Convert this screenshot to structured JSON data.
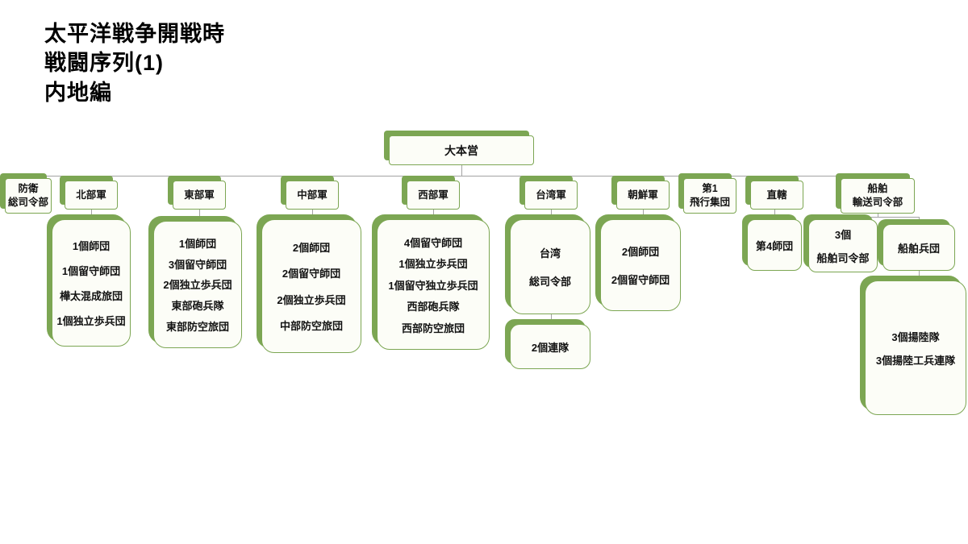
{
  "title": {
    "line1": "太平洋戦争開戦時",
    "line2": "戦闘序列(1)",
    "line3": "内地編"
  },
  "colors": {
    "green": "#7ca653",
    "box_bg": "#fcfdf7",
    "connector": "#a3a3a3"
  },
  "nodes": {
    "daihonei": {
      "label": "大本営"
    },
    "boei": {
      "line1": "防衛",
      "line2": "総司令部"
    },
    "hokubu": {
      "label": "北部軍"
    },
    "tobu": {
      "label": "東部軍"
    },
    "chubu": {
      "label": "中部軍"
    },
    "seibu": {
      "label": "西部軍"
    },
    "taiwan": {
      "label": "台湾軍"
    },
    "chosen": {
      "label": "朝鮮軍"
    },
    "hiko": {
      "line1": "第1",
      "line2": "飛行集団"
    },
    "chokkatsu": {
      "label": "直轄"
    },
    "senpaku": {
      "line1": "船舶",
      "line2": "輸送司令部"
    },
    "hokubu_units": {
      "lines": [
        "1個師団",
        "1個留守師団",
        "樺太混成旅団",
        "1個独立歩兵団"
      ]
    },
    "tobu_units": {
      "lines": [
        "1個師団",
        "3個留守師団",
        "2個独立歩兵団",
        "東部砲兵隊",
        "東部防空旅団"
      ]
    },
    "chubu_units": {
      "lines": [
        "2個師団",
        "2個留守師団",
        "2個独立歩兵団",
        "中部防空旅団"
      ]
    },
    "seibu_units": {
      "lines": [
        "4個留守師団",
        "1個独立歩兵団",
        "1個留守独立歩兵団",
        "西部砲兵隊",
        "西部防空旅団"
      ]
    },
    "taiwan_hq": {
      "line1": "台湾",
      "line2": "総司令部"
    },
    "taiwan_rentai": {
      "label": "2個連隊"
    },
    "chosen_units": {
      "line1": "2個師団",
      "line2": "2個留守師団"
    },
    "dai4": {
      "label": "第4師団"
    },
    "senpaku_shirei": {
      "line1": "3個",
      "line2": "船舶司令部"
    },
    "senpaku_heidan": {
      "label": "船舶兵団"
    },
    "yoriku": {
      "line1": "3個揚陸隊",
      "line2": "3個揚陸工兵連隊"
    }
  }
}
